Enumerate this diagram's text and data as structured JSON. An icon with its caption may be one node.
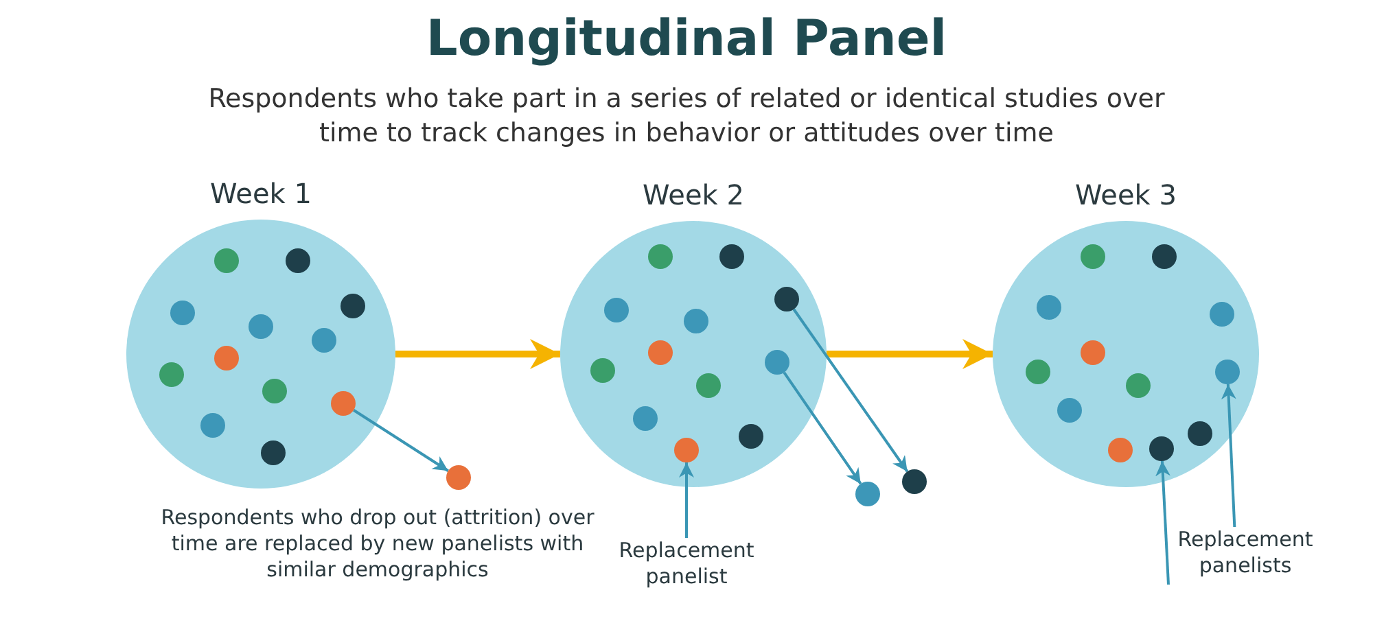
{
  "diagram": {
    "title": "Longitudinal Panel",
    "nodes": [
      {
        "text": [
          "Week 1"
        ]
      },
      {
        "text": [],
        "shape": "circle",
        "in": 0
      },
      {
        "text": [],
        "shape": "circle",
        "in": 0
      },
      {
        "text": [],
        "shape": "circle",
        "in": 0
      },
      {
        "text": [],
        "shape": "circle",
        "in": 0
      },
      {
        "text": [],
        "shape": "circle",
        "in": 0
      },
      {
        "text": [],
        "shape": "circle",
        "in": 0
      },
      {
        "text": [],
        "shape": "circle",
        "in": 0
      },
      {
        "text": [],
        "shape": "circle",
        "in": 0
      },
      {
        "text": [],
        "shape": "circle",
        "in": 0
      },
      {
        "text": [],
        "shape": "circle",
        "in": 0
      },
      {
        "text": [],
        "shape": "circle",
        "in": 0
      },
      {
        "text": [],
        "shape": "circle",
        "in": 0
      },
      {
        "text": [],
        "shape": "circle"
      },
      {
        "text": [
          "Week 2"
        ]
      },
      {
        "text": [],
        "shape": "circle",
        "in": 14
      },
      {
        "text": [],
        "shape": "circle",
        "in": 14
      },
      {
        "text": [],
        "shape": "circle",
        "in": 14
      },
      {
        "text": [],
        "shape": "circle",
        "in": 14
      },
      {
        "text": [],
        "shape": "circle",
        "in": 14
      },
      {
        "text": [],
        "shape": "circle",
        "in": 14
      },
      {
        "text": [],
        "shape": "circle",
        "in": 14
      },
      {
        "text": [],
        "shape": "circle",
        "in": 14
      },
      {
        "text": [],
        "shape": "circle",
        "in": 14
      },
      {
        "text": [],
        "shape": "circle",
        "in": 14
      },
      {
        "text": [],
        "shape": "circle",
        "in": 14
      },
      {
        "text": [],
        "shape": "circle",
        "in": 14
      },
      {
        "text": [],
        "shape": "circle"
      },
      {
        "text": [],
        "shape": "circle"
      },
      {
        "text": [
          "Replacement panelist"
        ]
      },
      {
        "text": [
          "Week 3"
        ]
      },
      {
        "text": [],
        "shape": "circle",
        "in": 30
      },
      {
        "text": [],
        "shape": "circle",
        "in": 30
      },
      {
        "text": [],
        "shape": "circle",
        "in": 30
      },
      {
        "text": [],
        "shape": "circle",
        "in": 30
      },
      {
        "text": [],
        "shape": "circle",
        "in": 30
      },
      {
        "text": [],
        "shape": "circle",
        "in": 30
      },
      {
        "text": [],
        "shape": "circle",
        "in": 30
      },
      {
        "text": [],
        "shape": "circle",
        "in": 30
      },
      {
        "text": [],
        "shape": "circle",
        "in": 30
      },
      {
        "text": [],
        "shape": "circle",
        "in": 30
      },
      {
        "text": [],
        "shape": "circle",
        "in": 30
      },
      {
        "text": [],
        "shape": "circle",
        "in": 30
      },
      {
        "text": [
          "Replacement panelists"
        ]
      }
    ],
    "edges": [
      {
        "from": 0,
        "to": 14,
        "arrow": "to",
        "style": "thick",
        "color": "#f5b301"
      },
      {
        "from": 14,
        "to": 30,
        "arrow": "to",
        "style": "thick",
        "color": "#f5b301"
      },
      {
        "from": 10,
        "to": 13,
        "arrow": "to"
      },
      {
        "from": 21,
        "to": 27,
        "arrow": "to"
      },
      {
        "from": 17,
        "to": 28,
        "arrow": "to"
      },
      {
        "from": 29,
        "to": 26,
        "arrow": "to"
      },
      {
        "from": 43,
        "to": 41,
        "arrow": "to"
      },
      {
        "from": 43,
        "to": 37,
        "arrow": "to"
      }
    ],
    "labels": [
      "Respondents who take part in a series of related or identical studies over time to track changes in behavior or attitudes over time",
      "Respondents who drop out (attrition) over time are replaced by new panelists with similar demographics"
    ]
  }
}
